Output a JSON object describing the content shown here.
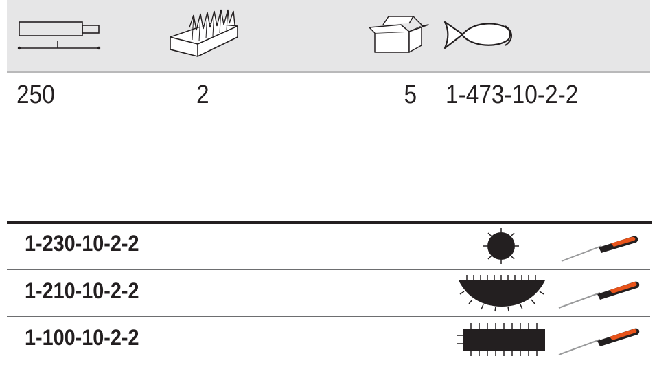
{
  "header": {
    "icons": [
      "file-length-icon",
      "cut-icon",
      "package-quantity-icon",
      "article-number-fish-icon"
    ],
    "length_value": "250",
    "cut_value": "2",
    "package_value": "5",
    "article_value": "1-473-10-2-2"
  },
  "variants": [
    {
      "code": "1-230-10-2-2",
      "profile": "round-profile-icon",
      "tool": "needle-file-icon"
    },
    {
      "code": "1-210-10-2-2",
      "profile": "half-round-profile-icon",
      "tool": "needle-file-icon"
    },
    {
      "code": "1-100-10-2-2",
      "profile": "flat-profile-icon",
      "tool": "needle-file-icon"
    }
  ],
  "colors": {
    "tool_orange": "#e8541b",
    "ink": "#231f20",
    "band": "#e6e6e7"
  }
}
